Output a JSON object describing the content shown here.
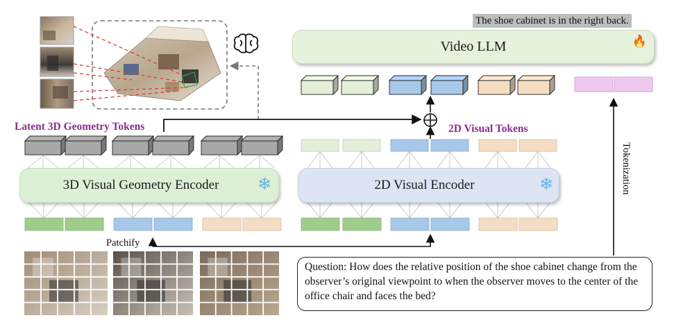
{
  "answer": "The shoe cabinet is in the right back.",
  "video_llm_label": "Video LLM",
  "geometry_encoder_label": "3D Visual Geometry Encoder",
  "visual_encoder_label": "2D Visual Encoder",
  "latent_tokens_label": "Latent 3D Geometry Tokens",
  "visual_tokens_label": "2D Visual Tokens",
  "patchify_label": "Patchify",
  "tokenization_label": "Tokenization",
  "question": "Question: How does the relative position of the shoe cabinet change from the observer’s original viewpoint to when the observer moves to the center of the office chair and faces the bed?",
  "icons": [
    "brain-icon",
    "flame-icon",
    "snowflake-icon",
    "add-circle-icon"
  ],
  "colors": {
    "geometry_token": "#a8a8a8",
    "green_token": "#9fce8c",
    "blue_token": "#a8c8ea",
    "peach_token": "#f5ddc4",
    "pink_token": "#eec8ee",
    "light_green_token": "#e3efd9",
    "video_llm_fill": "#e6f2dc",
    "geometry_encoder_fill": "#dcf0d6",
    "visual_encoder_fill": "#dde4f4",
    "label_purple": "#8b2c8c"
  }
}
